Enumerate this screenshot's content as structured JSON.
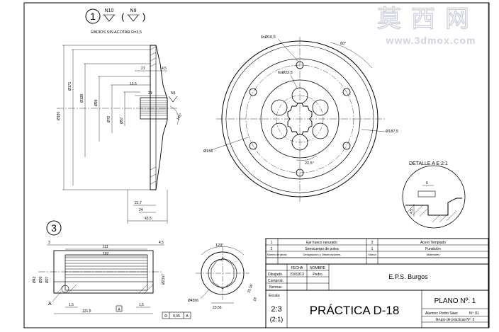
{
  "watermark": {
    "cjk": "莫西网",
    "url": "www.3dmox.com"
  },
  "view1": {
    "number": "1",
    "finish_outer": "N10",
    "finish_inner": "N9",
    "note": "RADIOS SIN ACOTAR R=3,5",
    "dims": {
      "d180": "Ø180",
      "d171": "Ø171",
      "d138": "Ø138",
      "d99": "Ø99",
      "d72": "Ø72",
      "d57": "Ø57",
      "d21": "21",
      "d21b": "21",
      "d45": "4,5",
      "d135": "13,5",
      "d217": "21,7",
      "d24": "24",
      "d435": "43,5",
      "finish_n9": "N9",
      "angle": "145°"
    }
  },
  "view_front": {
    "holes_outer": "6xØ10,5",
    "holes_inner": "6xØ22,5",
    "angle60": "60°",
    "d1875": "Ø187,5",
    "d156": "Ø156",
    "angle225": "22,5°"
  },
  "detail": {
    "title": "DETALLE A E 2:1",
    "dim6": "6",
    "dim45": "4,5"
  },
  "view3": {
    "number": "3",
    "dims": {
      "d3": "3",
      "d45": "4,5",
      "d111": "111",
      "d102": "102",
      "d42": "Ø42",
      "d30": "Ø30",
      "d27": "Ø27",
      "d21h7": "Ø21h7",
      "d15a": "1,5",
      "d15b": "1,5",
      "d1215": "121,5",
      "letter_a": "A",
      "datum_a": "A",
      "tol_sym": "⊙",
      "tol_val": "0,05",
      "tol_ref": "A"
    }
  },
  "view_spline": {
    "angle120": "120°",
    "d45h6": "Ø45h6",
    "d2356": "23,56",
    "d2256": "22,56",
    "d18": "18"
  },
  "title_block": {
    "parts": [
      {
        "num": "1",
        "name": "Eje hueco ranurado",
        "qty": "3",
        "material": "Acero Templado"
      },
      {
        "num": "2",
        "name": "Semicuerpo de polea",
        "qty": "1",
        "material": "Fundición"
      }
    ],
    "col_num": "Número de piezas",
    "col_name": "Designación y Observaciones",
    "col_marca": "Marca",
    "col_material": "Materiales",
    "fecha": "FECHA",
    "nombre": "NOMBRE",
    "dibujado": "Dibujado",
    "fecha_val": "23/03/13",
    "nombre_val": "Pedro",
    "comprob": "Comprob.",
    "normas": "Normas",
    "escala": "Escala:",
    "scale_main": "2:3",
    "scale_sub": "(2:1)",
    "title": "PRÁCTICA D-18",
    "school": "E.P.S. Burgos",
    "plano": "PLANO Nº: 1",
    "alumno": "Alumno: Pedro Sáez",
    "num_alumno": "Nº: 81",
    "grupo": "Grupo de prácticas Nº: 3"
  }
}
